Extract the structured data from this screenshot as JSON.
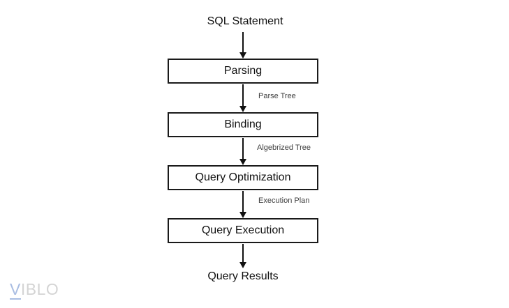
{
  "diagram": {
    "source": "SQL Statement",
    "sink": "Query Results",
    "stages": [
      {
        "label": "Parsing"
      },
      {
        "label": "Binding"
      },
      {
        "label": "Query Optimization"
      },
      {
        "label": "Query Execution"
      }
    ],
    "edge_labels": [
      {
        "text": "Parse Tree"
      },
      {
        "text": "Algebrized Tree"
      },
      {
        "text": "Execution Plan"
      }
    ]
  },
  "watermark": {
    "initial": "V",
    "remainder": "IBLO"
  },
  "colors": {
    "text": "#111111",
    "box_border": "#1a1a1a",
    "edge_label": "#3d3d3d",
    "logo_initial": "#a9bde2",
    "logo_remainder": "#d4d4d4"
  }
}
